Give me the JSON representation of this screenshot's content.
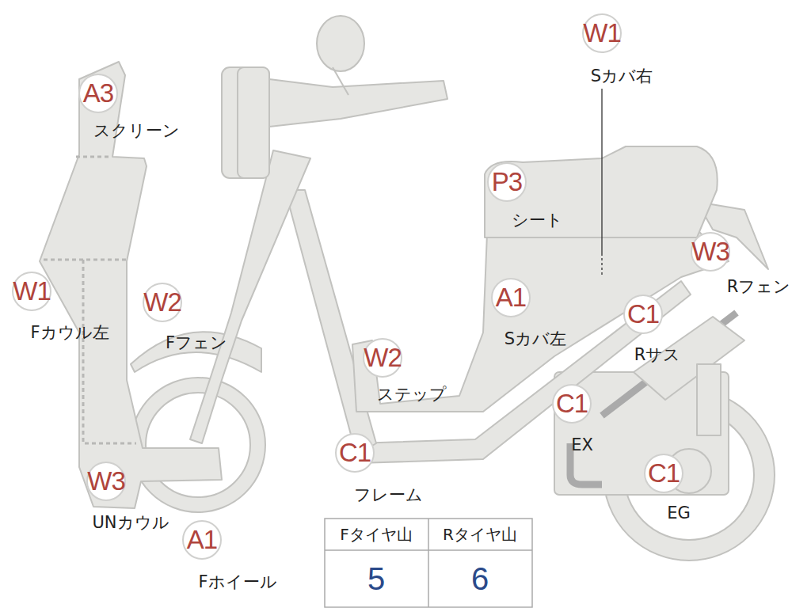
{
  "diagram": {
    "nodes": [
      {
        "text": [
          "W1",
          "Sカバ右"
        ]
      },
      {
        "text": [
          "A3",
          "スクリーン"
        ]
      },
      {
        "text": [
          "P3",
          "シート"
        ]
      },
      {
        "text": [
          "W3",
          "Rフェン"
        ]
      },
      {
        "text": [
          "W1",
          "Fカウル左"
        ]
      },
      {
        "text": [
          "W2",
          "Fフェン"
        ]
      },
      {
        "text": [
          "A1",
          "Sカバ左"
        ]
      },
      {
        "text": [
          "C1",
          "Rサス"
        ]
      },
      {
        "text": [
          "W2",
          "ステップ"
        ]
      },
      {
        "text": [
          "C1",
          "EX"
        ]
      },
      {
        "text": [
          "C1",
          "フレーム"
        ]
      },
      {
        "text": [
          "C1",
          "EG"
        ]
      },
      {
        "text": [
          "W3",
          "UNカウル"
        ]
      },
      {
        "text": [
          "A1",
          "Fホイール"
        ]
      }
    ],
    "labels": [
      "Fタイヤ山",
      "Rタイヤ山",
      "5",
      "6"
    ]
  }
}
